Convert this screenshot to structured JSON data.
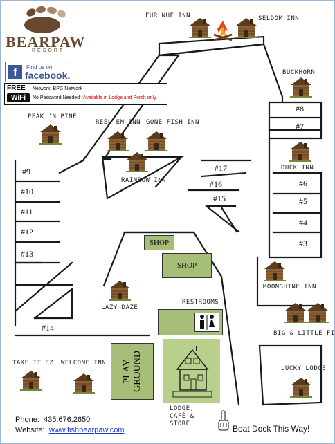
{
  "brand": {
    "name": "BEARPAW",
    "sub": "RESORT"
  },
  "facebook": {
    "icon_letter": "f",
    "line1": "Find us on:",
    "line2": "facebook."
  },
  "wifi": {
    "free": "FREE",
    "badge": "WiFi",
    "network": "Network: BPG Network",
    "password": "No Password Needed",
    "note": "*Available in Lodge and Porch only."
  },
  "cabins": {
    "fur_nuf_inn": "FUR NUF INN",
    "seldom_inn": "SELDOM INN",
    "buckhorn": "BUCKHORN",
    "peak_n_pine": "PEAK 'N PINE",
    "reel_em_inn": "REEL EM INN",
    "gone_fish_inn": "GONE FISH INN",
    "rainbow_inn": "RAINBOW INN",
    "duck_inn": "DUCK INN",
    "moonshine_inn": "MOONSHINE INN",
    "lazy_daze": "LAZY DAZE",
    "big_little_fish": "BIG & LITTLE FISH",
    "take_it_ez": "TAKE IT EZ",
    "welcome_inn": "WELCOME INN",
    "lucky_lodge": "LUCKY LODGE"
  },
  "sites": {
    "s9": "#9",
    "s10": "#10",
    "s11": "#11",
    "s12": "#12",
    "s13": "#13",
    "s14": "#14",
    "s17": "#17",
    "s16": "#16",
    "s15": "#15",
    "s8": "#8",
    "s7": "#7",
    "s6": "#6",
    "s5": "#5",
    "s4": "#4",
    "s3": "#3"
  },
  "buildings": {
    "shop1": "SHOP",
    "shop2": "SHOP",
    "restrooms": "RESTROOMS",
    "playground": "PLAY GROUND",
    "lodge": "LODGE, CAFÉ & STORE"
  },
  "contact": {
    "phone_label": "Phone:",
    "phone": "435.676.2650",
    "web_label": "Website:",
    "web": "www.fishbearpaw.com"
  },
  "dock": "Boat Dock This Way!",
  "colors": {
    "road": "#1a1a1a",
    "shop_green": "#a7be78",
    "cabin_brown": "#7a5630",
    "facebook_blue": "#3b5998",
    "brand_brown": "#6a4830",
    "link_blue": "#1a3fd6"
  },
  "icons": {
    "cabin": "log-cabin-icon",
    "campfire": "campfire-icon",
    "restroom": "restroom-icon",
    "hand": "pointing-hand-icon",
    "paw_logo": "bear-paw-icon"
  }
}
